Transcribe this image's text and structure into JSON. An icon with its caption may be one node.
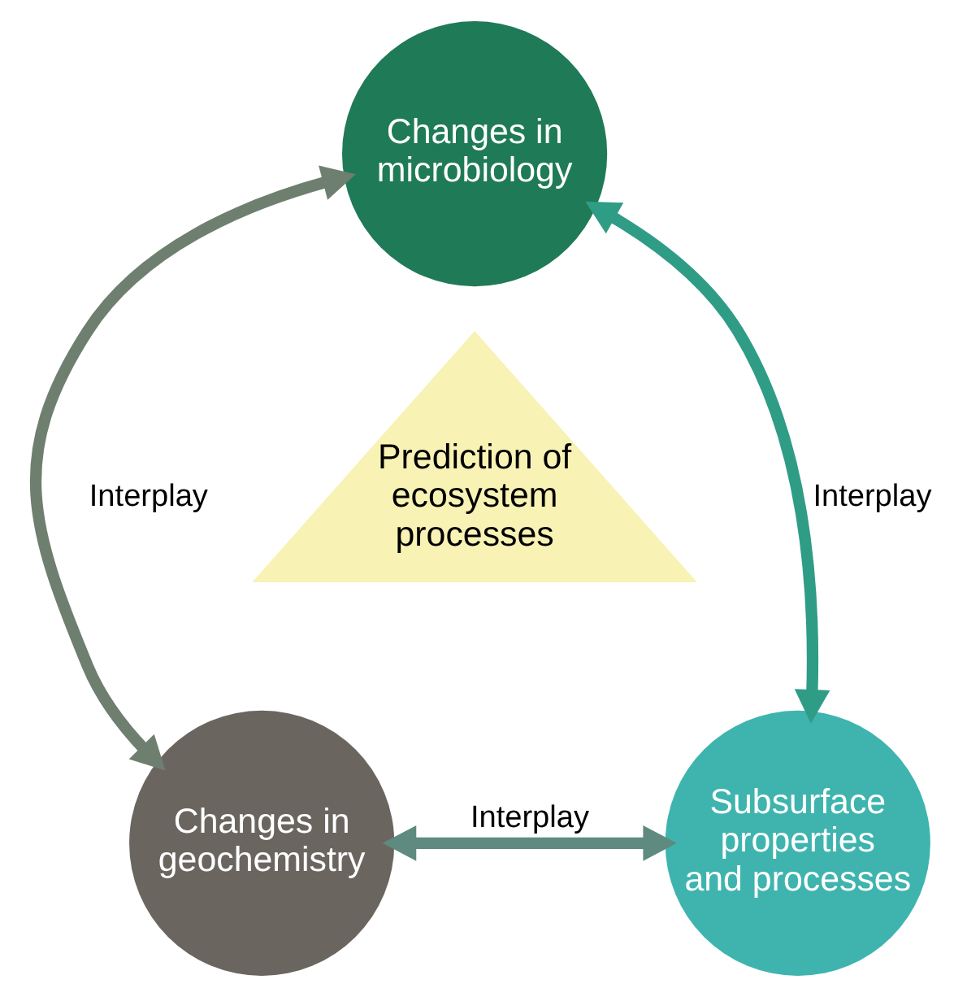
{
  "diagram": {
    "nodes": [
      {
        "text": [
          "Changes in microbiology"
        ]
      },
      {
        "text": [
          "Prediction of ecosystem processes"
        ]
      },
      {
        "text": [
          "Changes in geochemistry"
        ]
      },
      {
        "text": [
          "Subsurface properties and processes"
        ]
      }
    ],
    "edges": [
      {
        "from": 0,
        "to": 2,
        "arrow": "both",
        "label": "Interplay",
        "color": "#6e7f6f"
      },
      {
        "from": 0,
        "to": 3,
        "arrow": "both",
        "label": "Interplay",
        "color": "#2f9c86"
      },
      {
        "from": 2,
        "to": 3,
        "arrow": "both",
        "label": "Interplay",
        "color": "#5f8a80"
      }
    ]
  }
}
